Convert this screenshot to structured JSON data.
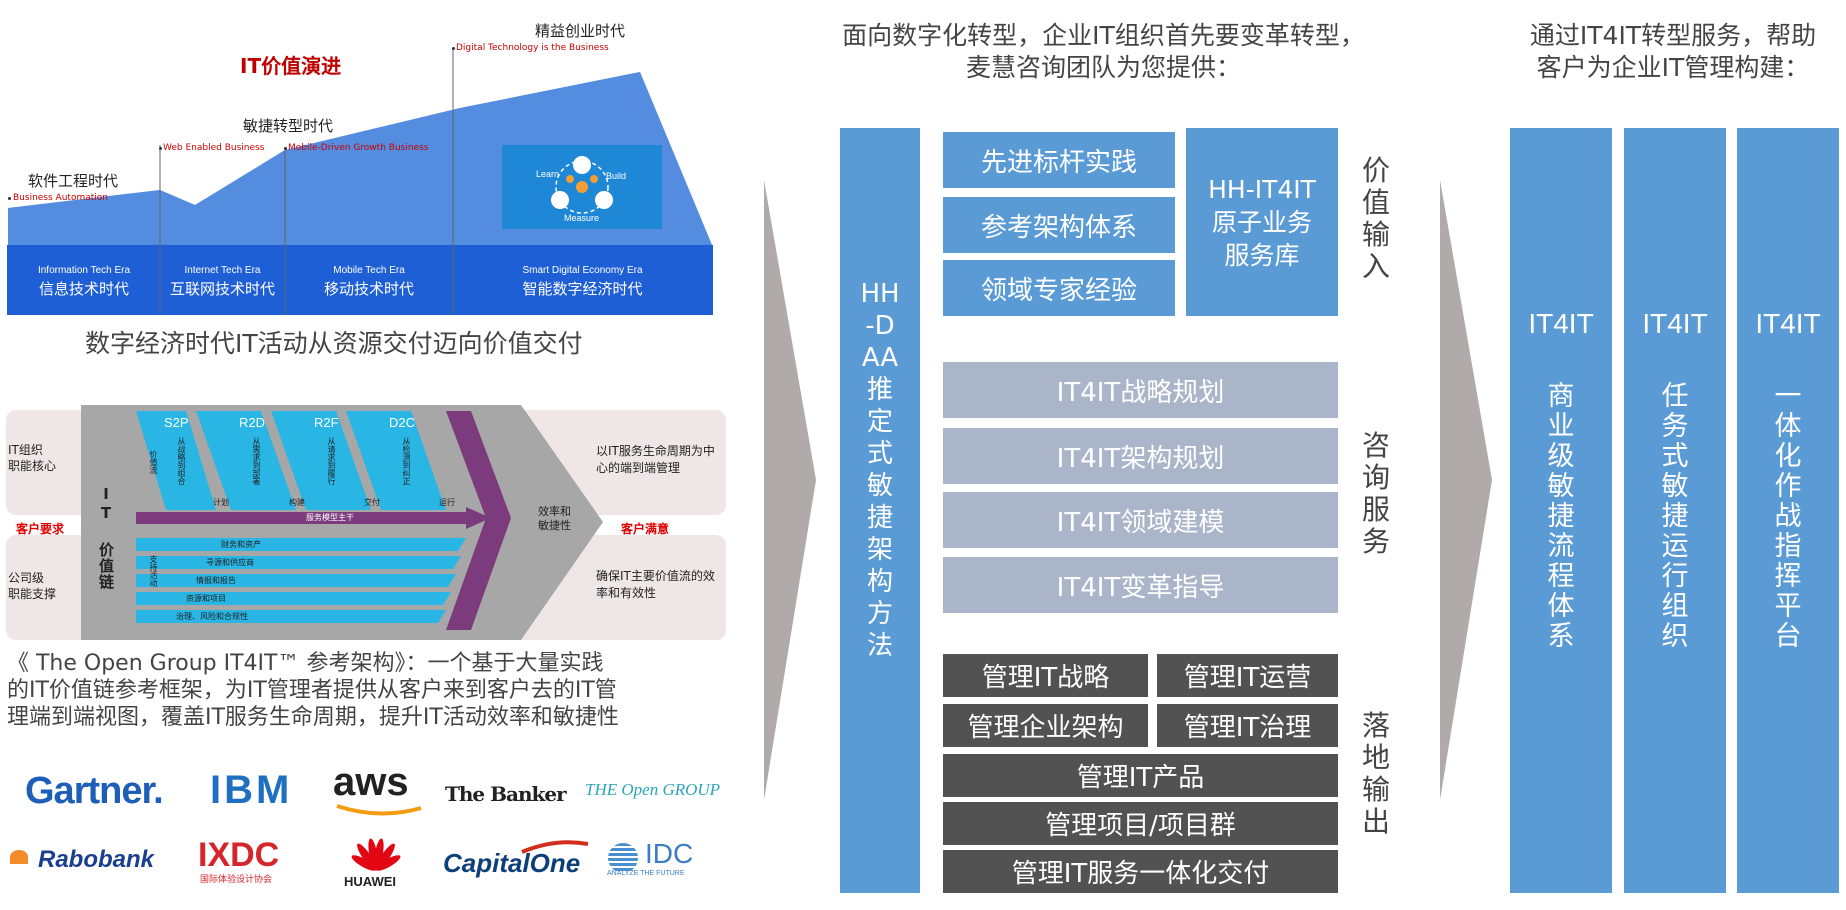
{
  "left": {
    "evolution": {
      "title": "IT价值演进",
      "eras": [
        {
          "cn": "软件工程时代",
          "en": "Business Automation"
        },
        {
          "cn": "",
          "en": "Web Enabled Business"
        },
        {
          "cn": "敏捷转型时代",
          "en": "Mobile-Driven Growth Business"
        },
        {
          "cn": "精益创业时代",
          "en": "Digital Technology is the Business"
        }
      ],
      "cycle": [
        "Learn",
        "Build",
        "Measure"
      ],
      "band": [
        {
          "en": "Information Tech Era",
          "cn": "信息技术时代"
        },
        {
          "en": "Internet Tech Era",
          "cn": "互联网技术时代"
        },
        {
          "en": "Mobile Tech Era",
          "cn": "移动技术时代"
        },
        {
          "en": "Smart Digital Economy Era",
          "cn": "智能数字经济时代"
        }
      ],
      "caption": "数字经济时代IT活动从资源交付迈向价值交付"
    },
    "value_chain": {
      "left_top": "IT组织\n职能核心",
      "left_bottom": "公司级\n职能支撑",
      "customer_need": "客户要求",
      "customer_satisfied": "客户满意",
      "chain_title": "IT 价值链",
      "streams": [
        "S2P",
        "R2D",
        "R2F",
        "D2C"
      ],
      "stream_desc": [
        "从战略到组合",
        "从需求到部署",
        "从请求到履行",
        "从检测到纠正"
      ],
      "stream_phases": [
        "计划",
        "构建",
        "交付",
        "运行"
      ],
      "core_label": "价值流",
      "support_label": "支持活动",
      "service_line": "服务模型主干",
      "support_rows": [
        "财务和资产",
        "寻源和供应商",
        "情报和报告",
        "资源和项目",
        "治理、风险和合规性"
      ],
      "efficiency": "效率和\n敏捷性",
      "right_top": "以IT服务生命周期为中心的端到端管理",
      "right_bottom": "确保IT主要价值流的效率和有效性"
    },
    "description": [
      "《 The Open Group IT4IT™ 参考架构》：一个基于大量实践",
      "的IT价值链参考框架，为IT管理者提供从客户来到客户去的IT管",
      "理端到端视图，覆盖IT服务生命周期，提升IT活动效率和敏捷性"
    ],
    "logos": [
      "Gartner.",
      "IBM",
      "aws",
      "The Banker",
      "THE Open GROUP",
      "Rabobank",
      "IXDC",
      "国际体验设计协会",
      "HUAWEI",
      "CapitalOne",
      "IDC",
      "ANALYZE THE FUTURE"
    ]
  },
  "middle": {
    "heading": [
      "面向数字化转型，企业IT组织首先要变革转型，",
      "麦慧咨询团队为您提供："
    ],
    "method": "HH-DAA推定式敏捷架构方法",
    "value_items": [
      "先进标杆实践",
      "参考架构体系",
      "领域专家经验"
    ],
    "library": "HH-IT4IT 原子业务 服务库",
    "value_label": "价值输入",
    "consult_items": [
      "IT4IT战略规划",
      "IT4IT架构规划",
      "IT4IT领域建模",
      "IT4IT变革指导"
    ],
    "consult_label": "咨询服务",
    "output_items": [
      "管理IT战略",
      "管理IT运营",
      "管理企业架构",
      "管理IT治理",
      "管理IT产品",
      "管理项目/项目群",
      "管理IT服务一体化交付"
    ],
    "output_label": "落地输出"
  },
  "right": {
    "heading": [
      "通过IT4IT转型服务，帮助",
      "客户为企业IT管理构建："
    ],
    "columns": [
      {
        "title": "IT4IT",
        "text": "商业级敏捷流程体系"
      },
      {
        "title": "IT4IT",
        "text": "任务式敏捷运行组织"
      },
      {
        "title": "IT4IT",
        "text": "一体化作战指挥平台"
      }
    ]
  },
  "colors": {
    "blue": "#5b9bd5",
    "grey": "#aab5c9",
    "dark": "#525252",
    "red": "#cc0000",
    "purple": "#7b3b7d",
    "teal": "#29b6e5"
  }
}
